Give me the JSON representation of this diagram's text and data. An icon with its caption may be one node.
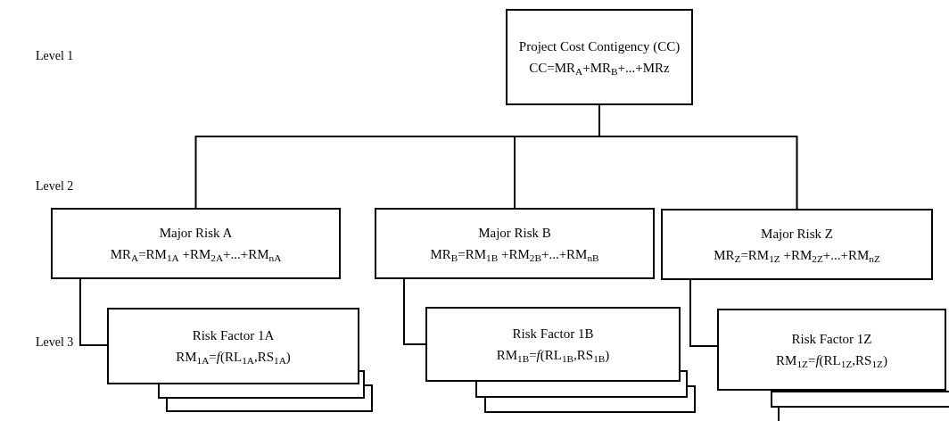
{
  "diagram": {
    "nodes": [
      {
        "text": [
          "Project Cost Contigency (CC)",
          "CC=MR$_{A}$+MR$_{B}$+...+MRz"
        ]
      },
      {
        "text": [
          "Major Risk A",
          "MR$_{A}$=RM$_{1A}$ +RM$_{2A}$+...+RM$_{nA}$"
        ]
      },
      {
        "text": [
          "Major Risk B",
          "MR$_{B}$=RM$_{1B}$ +RM$_{2B}$+...+RM$_{nB}$"
        ]
      },
      {
        "text": [
          "Major Risk Z",
          "MR$_{Z}$=RM$_{1Z}$ +RM$_{2Z}$+...+RM$_{nZ}$"
        ]
      },
      {
        "text": [
          "Risk Factor 1A",
          "RM$_{1A}$=*f*(RL$_{1A}$,RS$_{1A}$)"
        ]
      },
      {
        "text": [],
        "shape": "box"
      },
      {
        "text": [],
        "shape": "box"
      },
      {
        "text": [
          "Risk Factor 1B",
          "RM$_{1B}$=*f*(RL$_{1B}$,RS$_{1B}$)"
        ]
      },
      {
        "text": [],
        "shape": "box"
      },
      {
        "text": [],
        "shape": "box"
      },
      {
        "text": [
          "Risk Factor 1Z",
          "RM$_{1Z}$=*f*(RL$_{1Z}$,RS$_{1Z}$)"
        ]
      },
      {
        "text": [],
        "shape": "box"
      },
      {
        "text": [],
        "shape": "box"
      }
    ],
    "edges": [
      {
        "from": 0,
        "to": 1,
        "arrow": "none"
      },
      {
        "from": 0,
        "to": 2,
        "arrow": "none"
      },
      {
        "from": 0,
        "to": 3,
        "arrow": "none"
      },
      {
        "from": 1,
        "to": 4,
        "arrow": "none"
      },
      {
        "from": 2,
        "to": 7,
        "arrow": "none"
      },
      {
        "from": 3,
        "to": 10,
        "arrow": "none"
      }
    ],
    "labels": [
      "Level 1",
      "Level 2",
      "Level 3"
    ]
  }
}
